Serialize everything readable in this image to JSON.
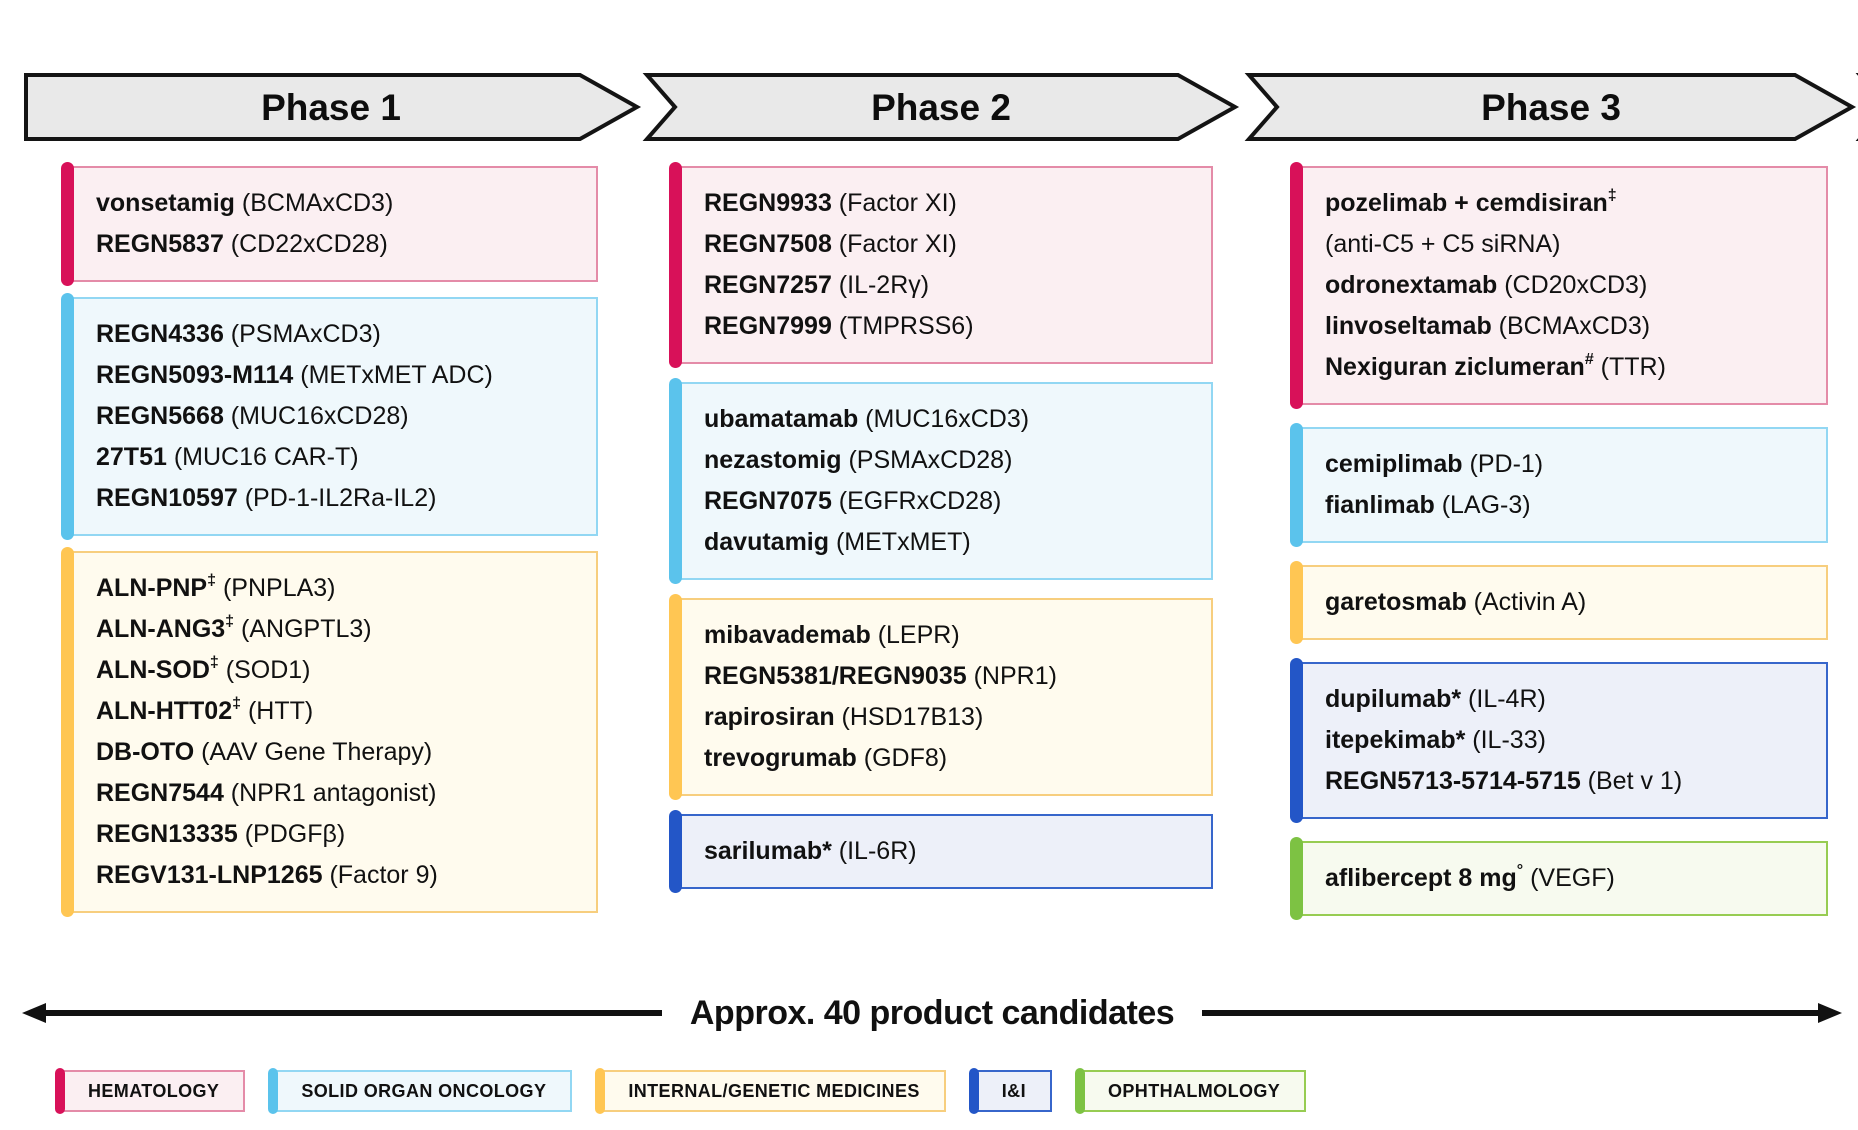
{
  "palette": {
    "hematology": {
      "bar": "#D81159",
      "border": "#E48BA8",
      "bg": "#FBEFF2"
    },
    "solid_organ_oncology": {
      "bar": "#5BC3EC",
      "border": "#92D7F3",
      "bg": "#EFF8FC"
    },
    "internal_genetic_medicines": {
      "bar": "#FFC653",
      "border": "#F7CE7E",
      "bg": "#FFFBEE"
    },
    "i_and_i": {
      "bar": "#2356C7",
      "border": "#3766CB",
      "bg": "#EDF0F9"
    },
    "ophthalmology": {
      "bar": "#7DC243",
      "border": "#97CC52",
      "bg": "#F7FAEF"
    }
  },
  "arrow_style": {
    "fill": "#e9e9e9",
    "stroke": "#141414"
  },
  "phases": [
    {
      "label": "Phase 1",
      "boxes": [
        {
          "category": "hematology",
          "lines": [
            {
              "name": "vonsetamig",
              "marker": "",
              "target": "(BCMAxCD3)"
            },
            {
              "name": "REGN5837",
              "marker": "",
              "target": "(CD22xCD28)"
            }
          ]
        },
        {
          "category": "solid_organ_oncology",
          "lines": [
            {
              "name": "REGN4336",
              "marker": "",
              "target": "(PSMAxCD3)"
            },
            {
              "name": "REGN5093-M114",
              "marker": "",
              "target": "(METxMET ADC)"
            },
            {
              "name": "REGN5668",
              "marker": "",
              "target": "(MUC16xCD28)"
            },
            {
              "name": "27T51",
              "marker": "",
              "target": "(MUC16 CAR-T)"
            },
            {
              "name": "REGN10597",
              "marker": "",
              "target": "(PD-1-IL2Ra-IL2)"
            }
          ]
        },
        {
          "category": "internal_genetic_medicines",
          "lines": [
            {
              "name": "ALN-PNP",
              "marker": "‡",
              "target": "(PNPLA3)"
            },
            {
              "name": "ALN-ANG3",
              "marker": "‡",
              "target": "(ANGPTL3)"
            },
            {
              "name": "ALN-SOD",
              "marker": "‡",
              "target": "(SOD1)"
            },
            {
              "name": "ALN-HTT02",
              "marker": "‡",
              "target": "(HTT)"
            },
            {
              "name": "DB-OTO",
              "marker": "",
              "target": "(AAV Gene Therapy)"
            },
            {
              "name": "REGN7544",
              "marker": "",
              "target": "(NPR1 antagonist)"
            },
            {
              "name": "REGN13335",
              "marker": "",
              "target": "(PDGFβ)"
            },
            {
              "name": "REGV131-LNP1265",
              "marker": "",
              "target": "(Factor 9)"
            }
          ]
        }
      ]
    },
    {
      "label": "Phase 2",
      "boxes": [
        {
          "category": "hematology",
          "lines": [
            {
              "name": "REGN9933",
              "marker": "",
              "target": "(Factor XI)"
            },
            {
              "name": "REGN7508",
              "marker": "",
              "target": "(Factor XI)"
            },
            {
              "name": "REGN7257",
              "marker": "",
              "target": "(IL-2Rγ)"
            },
            {
              "name": "REGN7999",
              "marker": "",
              "target": "(TMPRSS6)"
            }
          ]
        },
        {
          "category": "solid_organ_oncology",
          "lines": [
            {
              "name": "ubamatamab",
              "marker": "",
              "target": "(MUC16xCD3)"
            },
            {
              "name": "nezastomig",
              "marker": "",
              "target": "(PSMAxCD28)"
            },
            {
              "name": "REGN7075",
              "marker": "",
              "target": "(EGFRxCD28)"
            },
            {
              "name": "davutamig",
              "marker": "",
              "target": "(METxMET)"
            }
          ]
        },
        {
          "category": "internal_genetic_medicines",
          "lines": [
            {
              "name": "mibavademab",
              "marker": "",
              "target": "(LEPR)"
            },
            {
              "name": "REGN5381/REGN9035",
              "marker": "",
              "target": "(NPR1)"
            },
            {
              "name": "rapirosiran",
              "marker": "",
              "target": "(HSD17B13)"
            },
            {
              "name": "trevogrumab",
              "marker": "",
              "target": "(GDF8)"
            }
          ]
        },
        {
          "category": "i_and_i",
          "lines": [
            {
              "name": "sarilumab*",
              "marker": "",
              "target": "(IL-6R)"
            }
          ]
        }
      ]
    },
    {
      "label": "Phase 3",
      "boxes": [
        {
          "category": "hematology",
          "lines": [
            {
              "name": "pozelimab + cemdisiran",
              "marker": "‡",
              "target": ""
            },
            {
              "name": "",
              "marker": "",
              "target": "(anti-C5 + C5 siRNA)"
            },
            {
              "name": "odronextamab",
              "marker": "",
              "target": "(CD20xCD3)"
            },
            {
              "name": "linvoseltamab",
              "marker": "",
              "target": "(BCMAxCD3)"
            },
            {
              "name": "Nexiguran ziclumeran",
              "marker": "#",
              "target": "(TTR)"
            }
          ]
        },
        {
          "category": "solid_organ_oncology",
          "lines": [
            {
              "name": "cemiplimab",
              "marker": "",
              "target": "(PD-1)"
            },
            {
              "name": "fianlimab",
              "marker": "",
              "target": "(LAG-3)"
            }
          ]
        },
        {
          "category": "internal_genetic_medicines",
          "lines": [
            {
              "name": "garetosmab",
              "marker": "",
              "target": "(Activin A)"
            }
          ]
        },
        {
          "category": "i_and_i",
          "lines": [
            {
              "name": "dupilumab*",
              "marker": "",
              "target": "(IL-4R)"
            },
            {
              "name": "itepekimab*",
              "marker": "",
              "target": "(IL-33)"
            },
            {
              "name": "REGN5713-5714-5715",
              "marker": "",
              "target": "(Bet v 1)"
            }
          ]
        },
        {
          "category": "ophthalmology",
          "lines": [
            {
              "name": "aflibercept 8 mg",
              "marker": "°",
              "target": "(VEGF)"
            }
          ]
        }
      ]
    }
  ],
  "footer": {
    "summary": "Approx. 40 product candidates"
  },
  "legend": [
    {
      "label": "HEMATOLOGY",
      "category": "hematology"
    },
    {
      "label": "SOLID ORGAN ONCOLOGY",
      "category": "solid_organ_oncology"
    },
    {
      "label": "INTERNAL/GENETIC MEDICINES",
      "category": "internal_genetic_medicines"
    },
    {
      "label": "I&I",
      "category": "i_and_i"
    },
    {
      "label": "OPHTHALMOLOGY",
      "category": "ophthalmology"
    }
  ]
}
